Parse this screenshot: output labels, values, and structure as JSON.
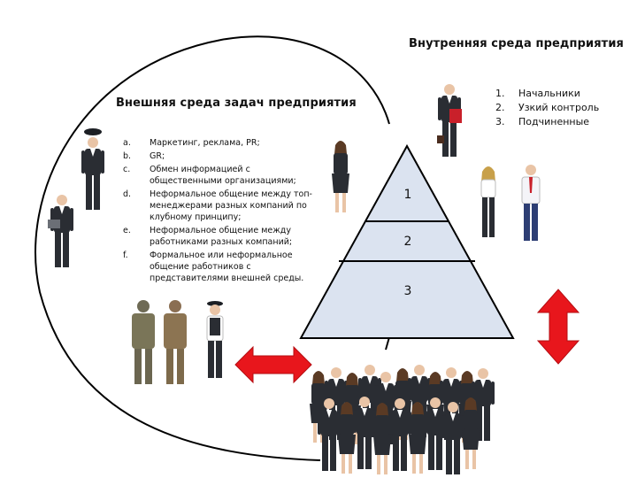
{
  "internal": {
    "title": "Внутренняя среда предприятия",
    "items": [
      {
        "marker": "1.",
        "text": "Начальники"
      },
      {
        "marker": "2.",
        "text": "Узкий контроль"
      },
      {
        "marker": "3.",
        "text": "Подчиненные"
      }
    ]
  },
  "external": {
    "title": "Внешняя среда задач предприятия",
    "items": [
      {
        "marker": "a.",
        "text": "Маркетинг, реклама, PR;"
      },
      {
        "marker": "b.",
        "text": "GR;"
      },
      {
        "marker": "c.",
        "text": "Обмен информацией с общественными организациями;"
      },
      {
        "marker": "d.",
        "text": "Неформальное общение между топ-менеджерами разных компаний по клубному принципу;"
      },
      {
        "marker": "e.",
        "text": "Неформальное общение между работниками разных компаний;"
      },
      {
        "marker": "f.",
        "text": "Формальное или неформальное общение работников с представителями внешней среды."
      }
    ]
  },
  "pyramid": {
    "levels": [
      "1",
      "2",
      "3"
    ],
    "fill": "#dbe3f0",
    "stroke": "#000000"
  },
  "arrows": {
    "color": "#e8161c",
    "items": [
      "horizontal-double-arrow",
      "vertical-double-arrow"
    ]
  },
  "figures": {
    "suit_color": "#2a2d33",
    "shirt_color": "#ffffff",
    "skin_color": "#e9c4a6",
    "tie_color": "#c9202a"
  }
}
